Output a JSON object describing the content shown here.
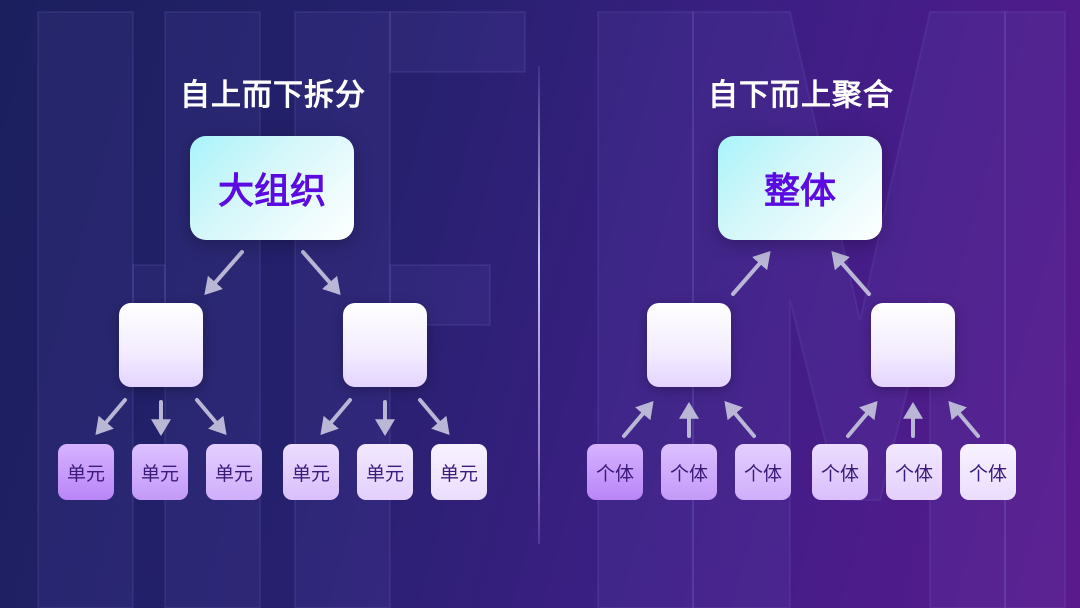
{
  "left": {
    "title": "自上而下拆分",
    "top_box": "大组织",
    "leaf_label": "单元",
    "leaves": [
      "单元",
      "单元",
      "单元",
      "单元",
      "单元",
      "单元"
    ]
  },
  "right": {
    "title": "自下而上聚合",
    "top_box": "整体",
    "leaf_label": "个体",
    "leaves": [
      "个体",
      "个体",
      "个体",
      "个体",
      "个体",
      "个体"
    ]
  },
  "colors": {
    "accent_text": "#5b0be0",
    "arrow": "#b9b6d6",
    "background_start": "#1b1f5e",
    "background_end": "#5b1a8c"
  }
}
